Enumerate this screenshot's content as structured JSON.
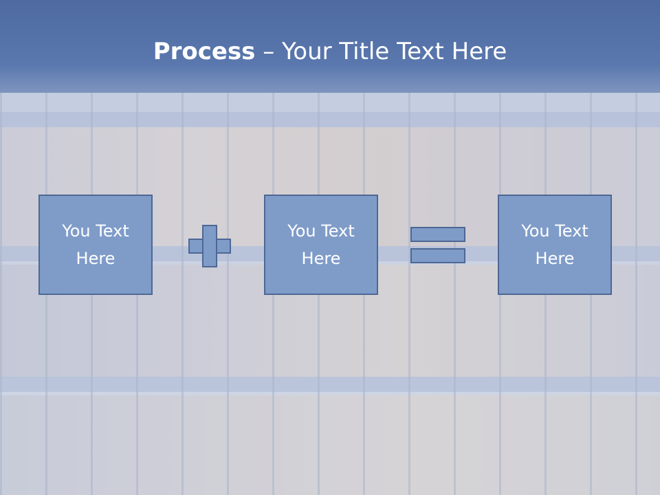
{
  "title": {
    "bold": "Process",
    "rest": " – Your Title Text Here"
  },
  "boxes": [
    {
      "line1": "You Text",
      "line2": "Here"
    },
    {
      "line1": "You Text",
      "line2": "Here"
    },
    {
      "line1": "You Text",
      "line2": "Here"
    }
  ],
  "operators": {
    "first": "plus-icon",
    "second": "equals-icon"
  },
  "colors": {
    "title_bar": "#5a78ae",
    "box_fill": "#7f9cc9",
    "box_border": "#4d6794",
    "text": "#ffffff"
  }
}
